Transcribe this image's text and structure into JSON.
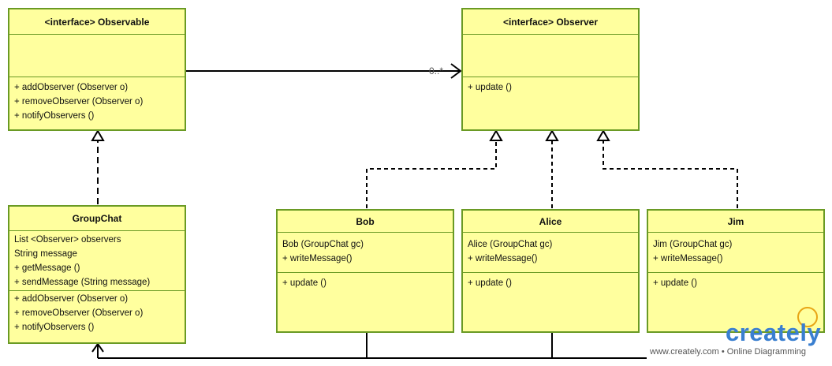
{
  "classes": {
    "observable": {
      "title": "<interface> Observable",
      "methods": [
        "+ addObserver (Observer o)",
        "+ removeObserver (Observer o)",
        "+ notifyObservers ()"
      ]
    },
    "observer": {
      "title": "<interface> Observer",
      "methods": [
        "+ update ()"
      ]
    },
    "groupchat": {
      "title": "GroupChat",
      "attributes": [
        "List <Observer> observers",
        "String message",
        "+ getMessage ()",
        "+ sendMessage (String message)"
      ],
      "methods": [
        "+ addObserver (Observer o)",
        "+ removeObserver (Observer o)",
        "+ notifyObservers ()"
      ]
    },
    "bob": {
      "title": "Bob",
      "attributes": [
        "Bob (GroupChat gc)",
        "+ writeMessage()"
      ],
      "methods": [
        "+ update ()"
      ]
    },
    "alice": {
      "title": "Alice",
      "attributes": [
        "Alice (GroupChat gc)",
        "+ writeMessage()"
      ],
      "methods": [
        "+ update ()"
      ]
    },
    "jim": {
      "title": "Jim",
      "attributes": [
        "Jim (GroupChat gc)",
        "+ writeMessage()"
      ],
      "methods": [
        "+ update ()"
      ]
    }
  },
  "association": {
    "multiplicity": "0..*"
  },
  "watermark": {
    "logo": "creately",
    "tagline": "www.creately.com • Online Diagramming",
    "logo_color": "#3a7fd0",
    "bulb_color": "#e8a515"
  },
  "colors": {
    "fill": "#ffff9e",
    "border": "#6a9a24",
    "line": "#000000"
  }
}
